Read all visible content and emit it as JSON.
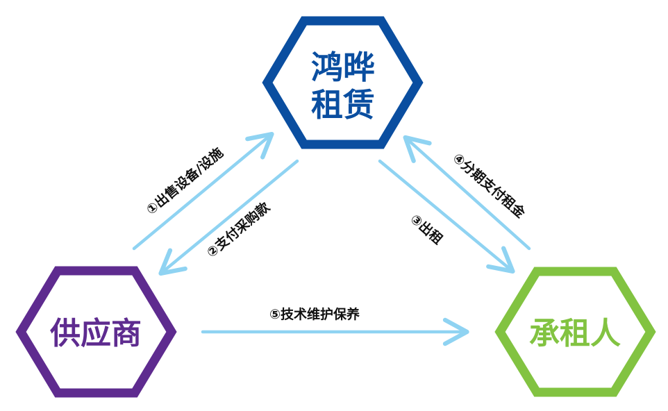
{
  "nodes": {
    "lessor": {
      "line1": "鸿晔",
      "line2": "租赁",
      "color": "#0a4ea0"
    },
    "supplier": {
      "label": "供应商",
      "color": "#5e2b8f"
    },
    "lessee": {
      "label": "承租人",
      "color": "#82c341"
    }
  },
  "edges": {
    "sell_equipment": "①出售设备/设施",
    "pay_purchase": "②支付采购款",
    "lease_out": "③出租",
    "pay_rent": "④分期支付租金",
    "maintenance": "⑤技术维护保养"
  },
  "colors": {
    "arrow": "#8fd3f2",
    "text": "#111111"
  }
}
